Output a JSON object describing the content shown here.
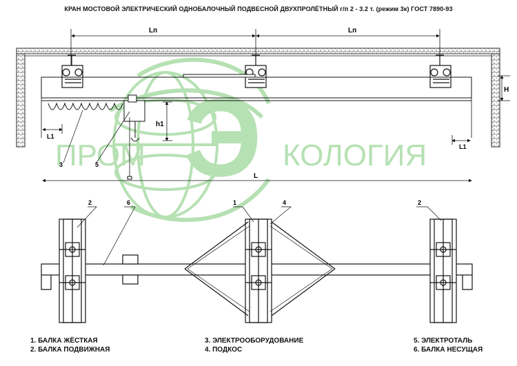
{
  "title": "КРАН МОСТОВОЙ ЭЛЕКТРИЧЕСКИЙ ОДНОБАЛОЧНЫЙ ПОДВЕСНОЙ ДВУХПРОЛЁТНЫЙ г/п  2 - 3.2 т. (режим 3к) ГОСТ 7890-93",
  "dimensions": {
    "span_left": "Lп",
    "span_right": "Lп",
    "height": "Н",
    "hook_height": "h1",
    "overhang_left": "L1",
    "overhang_right": "L1",
    "total_length": "L"
  },
  "callouts": {
    "c1": "1",
    "c2_left": "2",
    "c2_right": "2",
    "c3": "3",
    "c4": "4",
    "c5": "5",
    "c6": "6"
  },
  "watermark": {
    "text_left": "ПРОМ",
    "text_right": "КОЛОГИЯ",
    "letter": "Э",
    "color": "#8fd18c"
  },
  "legend": [
    [
      "1. БАЛКА ЖЁСТКАЯ",
      "2. БАЛКА ПОДВИЖНАЯ"
    ],
    [
      "3. ЭЛЕКТРООБОРУДОВАНИЕ",
      "4. ПОДКОС"
    ],
    [
      "5. ЭЛЕКТРОТАЛЬ",
      "6. БАЛКА НЕСУЩАЯ"
    ]
  ]
}
